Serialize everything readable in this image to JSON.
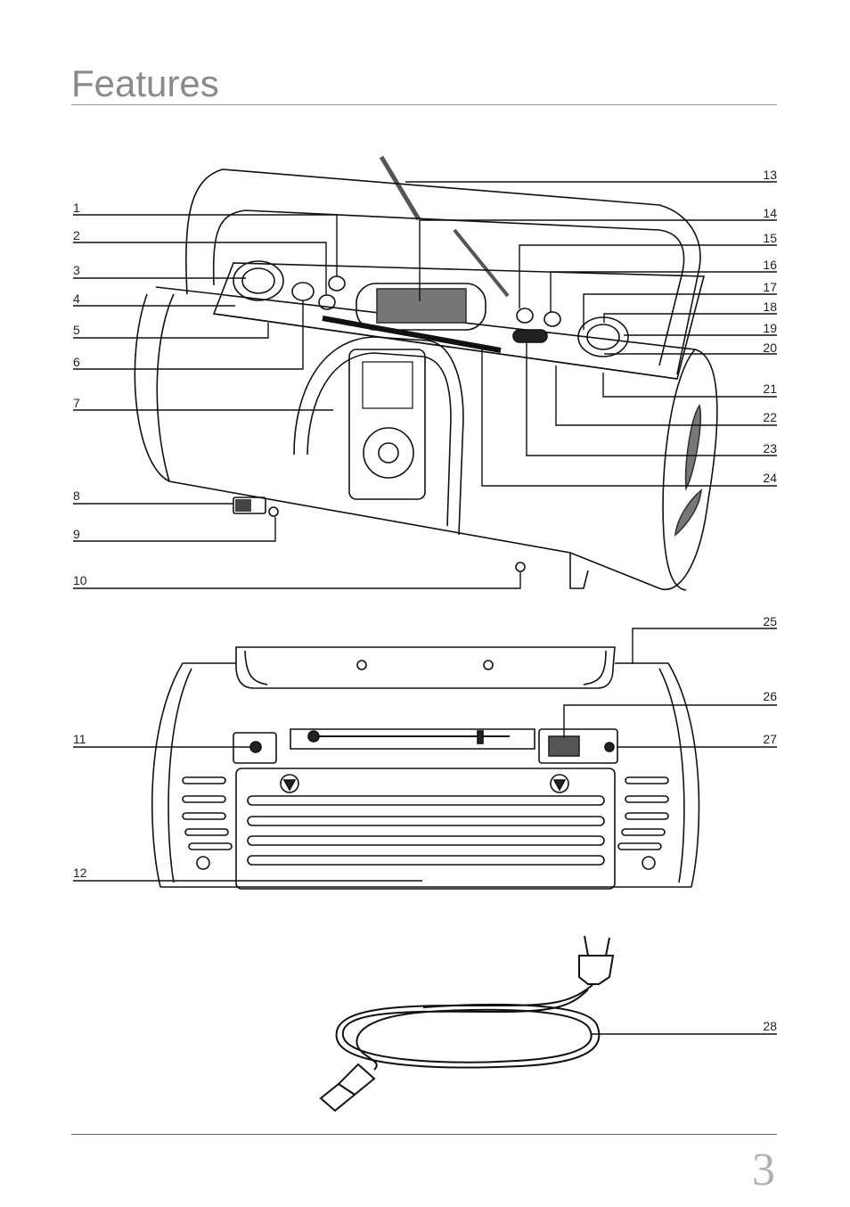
{
  "title": "Features",
  "page_number": "3",
  "callouts": {
    "c1": "1",
    "c2": "2",
    "c3": "3",
    "c4": "4",
    "c5": "5",
    "c6": "6",
    "c7": "7",
    "c8": "8",
    "c9": "9",
    "c10": "10",
    "c11": "11",
    "c12": "12",
    "c13": "13",
    "c14": "14",
    "c15": "15",
    "c16": "16",
    "c17": "17",
    "c18": "18",
    "c19": "19",
    "c20": "20",
    "c21": "21",
    "c22": "22",
    "c23": "23",
    "c24": "24",
    "c25": "25",
    "c26": "26",
    "c27": "27",
    "c28": "28"
  }
}
